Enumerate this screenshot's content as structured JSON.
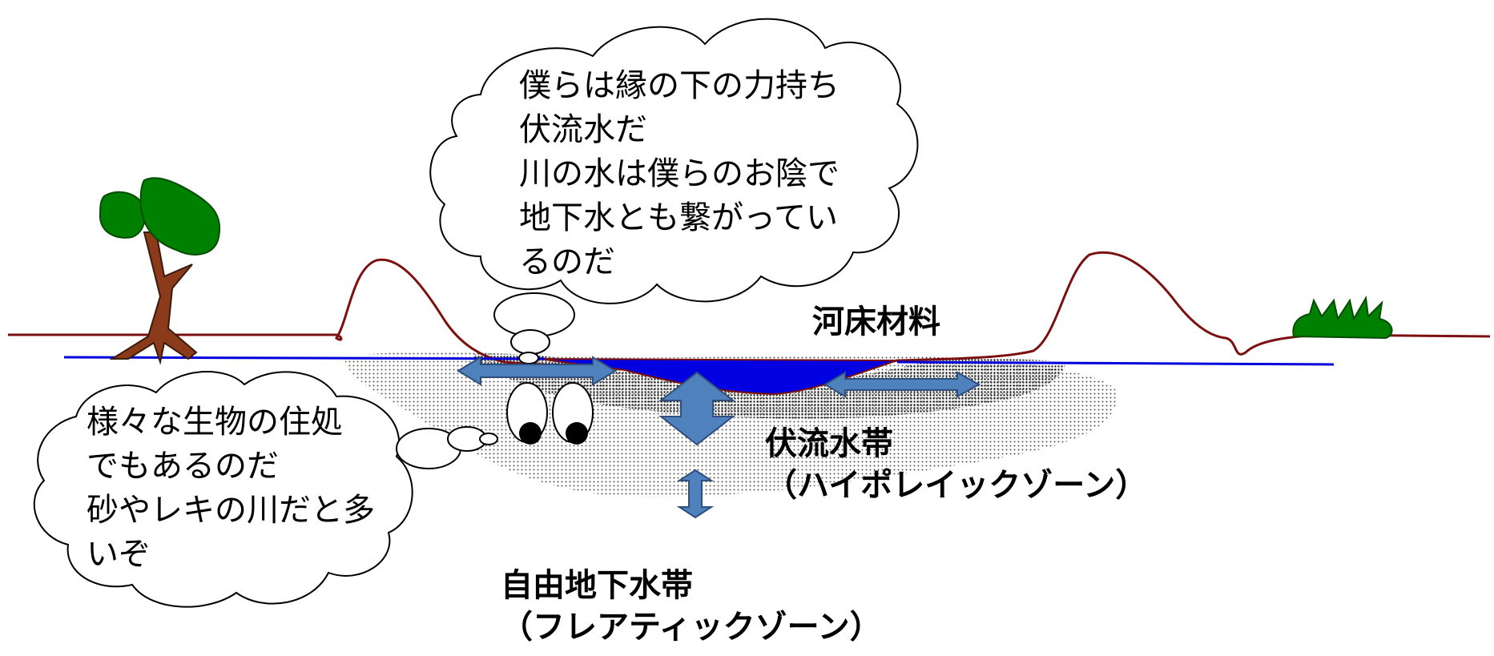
{
  "bubbles": {
    "top": [
      "僕らは縁の下の力持ち",
      "伏流水だ",
      "川の水は僕らのお陰で",
      "地下水とも繋がってい",
      "るのだ"
    ],
    "left": [
      "様々な生物の住処",
      "でもあるのだ",
      "砂やレキの川だと多",
      "いぞ"
    ]
  },
  "labels": {
    "riverbed": "河床材料",
    "hyporheic_title": "伏流水帯",
    "hyporheic_sub": "（ハイポレイックゾーン）",
    "phreatic_title": "自由地下水帯",
    "phreatic_sub": "（フレアティックゾーン）"
  },
  "colors": {
    "ground_line": "#7b1010",
    "water_table": "#0000dd",
    "river_water": "#0000e0",
    "arrow_fill": "#4f81bd",
    "arrow_stroke": "#2f4f7f",
    "tree_trunk": "#8b3a1a",
    "foliage": "#008000"
  }
}
